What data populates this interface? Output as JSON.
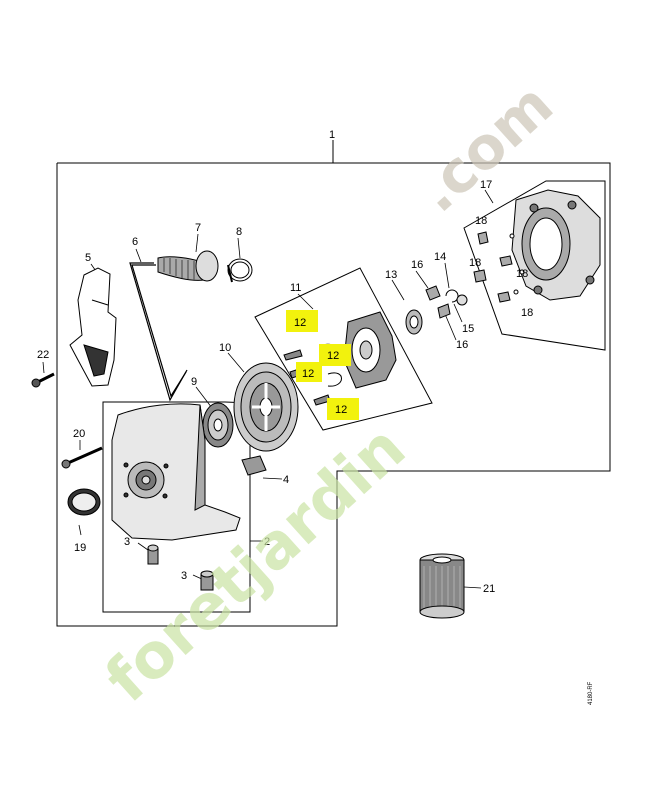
{
  "callouts": {
    "c1": "1",
    "c2": "2",
    "c3a": "3",
    "c3b": "3",
    "c4": "4",
    "c5": "5",
    "c6": "6",
    "c7": "7",
    "c8": "8",
    "c9": "9",
    "c10": "10",
    "c11": "11",
    "c12a": "12",
    "c12b": "12",
    "c12c": "12",
    "c12d": "12",
    "c13": "13",
    "c14": "14",
    "c15": "15",
    "c16a": "16",
    "c16b": "16",
    "c17": "17",
    "c18a": "18",
    "c18b": "18",
    "c18c": "18",
    "c18d": "18",
    "c19": "19",
    "c20": "20",
    "c21": "21",
    "c22": "22"
  },
  "watermark": {
    "text_green": "foretjardin",
    "text_grey": ".com"
  },
  "ref_code": "4180-RF",
  "colors": {
    "highlight": "#f2f20d",
    "watermark_green": "#c9e3a3",
    "watermark_grey": "#ccc6b7",
    "line": "#000000"
  }
}
